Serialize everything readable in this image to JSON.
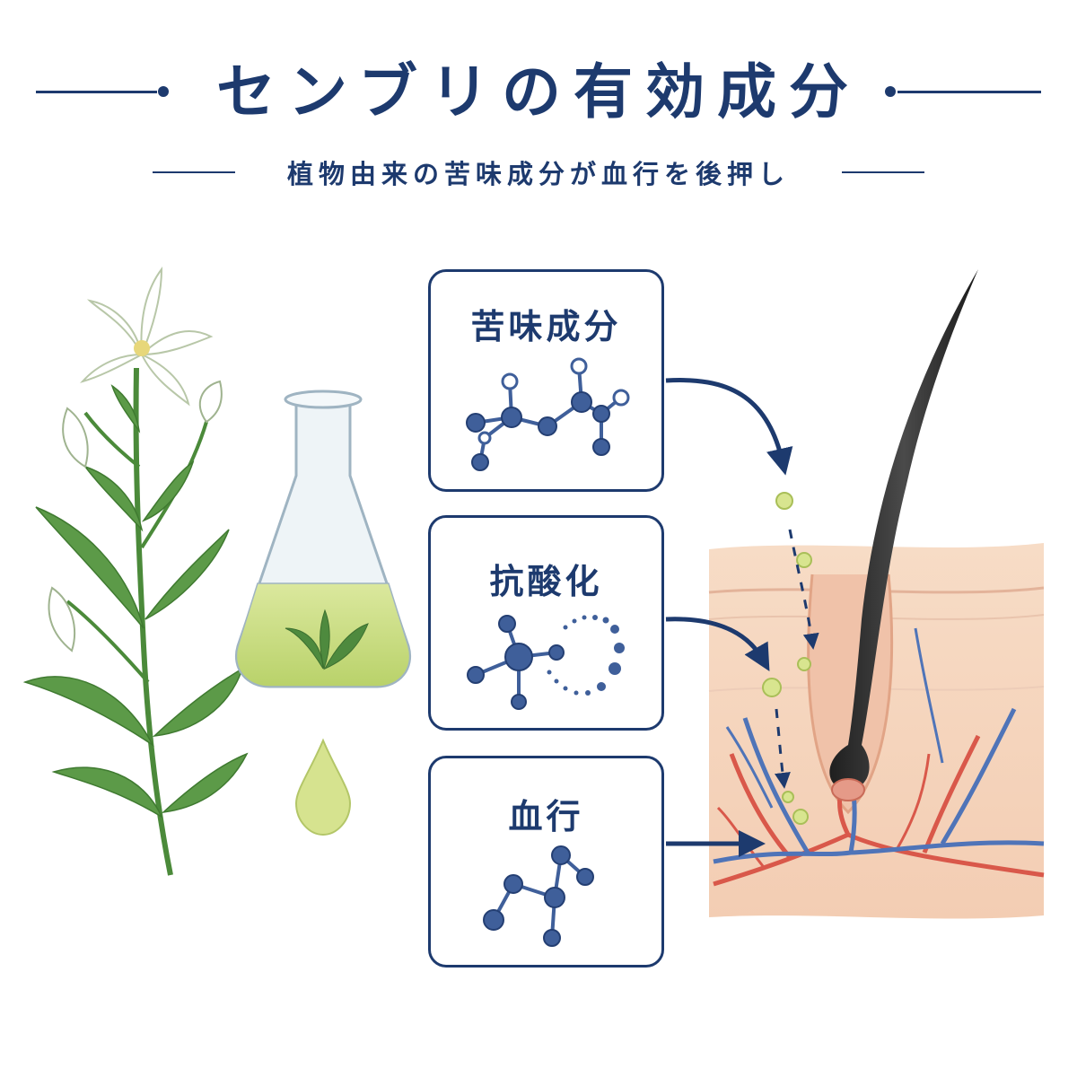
{
  "header": {
    "title": "センブリの有効成分",
    "subtitle": "植物由来の苦味成分が血行を後押し"
  },
  "cards": [
    {
      "label": "苦味成分"
    },
    {
      "label": "抗酸化"
    },
    {
      "label": "血行"
    }
  ],
  "colors": {
    "navy": "#1d3a6e",
    "molecule": "#3f5f9a",
    "leaf": "#4e8a3e",
    "liquid": "#cfe08a",
    "skin": "#f6d9c4",
    "artery": "#d9584a",
    "vein": "#4f74b8",
    "hair": "#2a2a2a"
  }
}
